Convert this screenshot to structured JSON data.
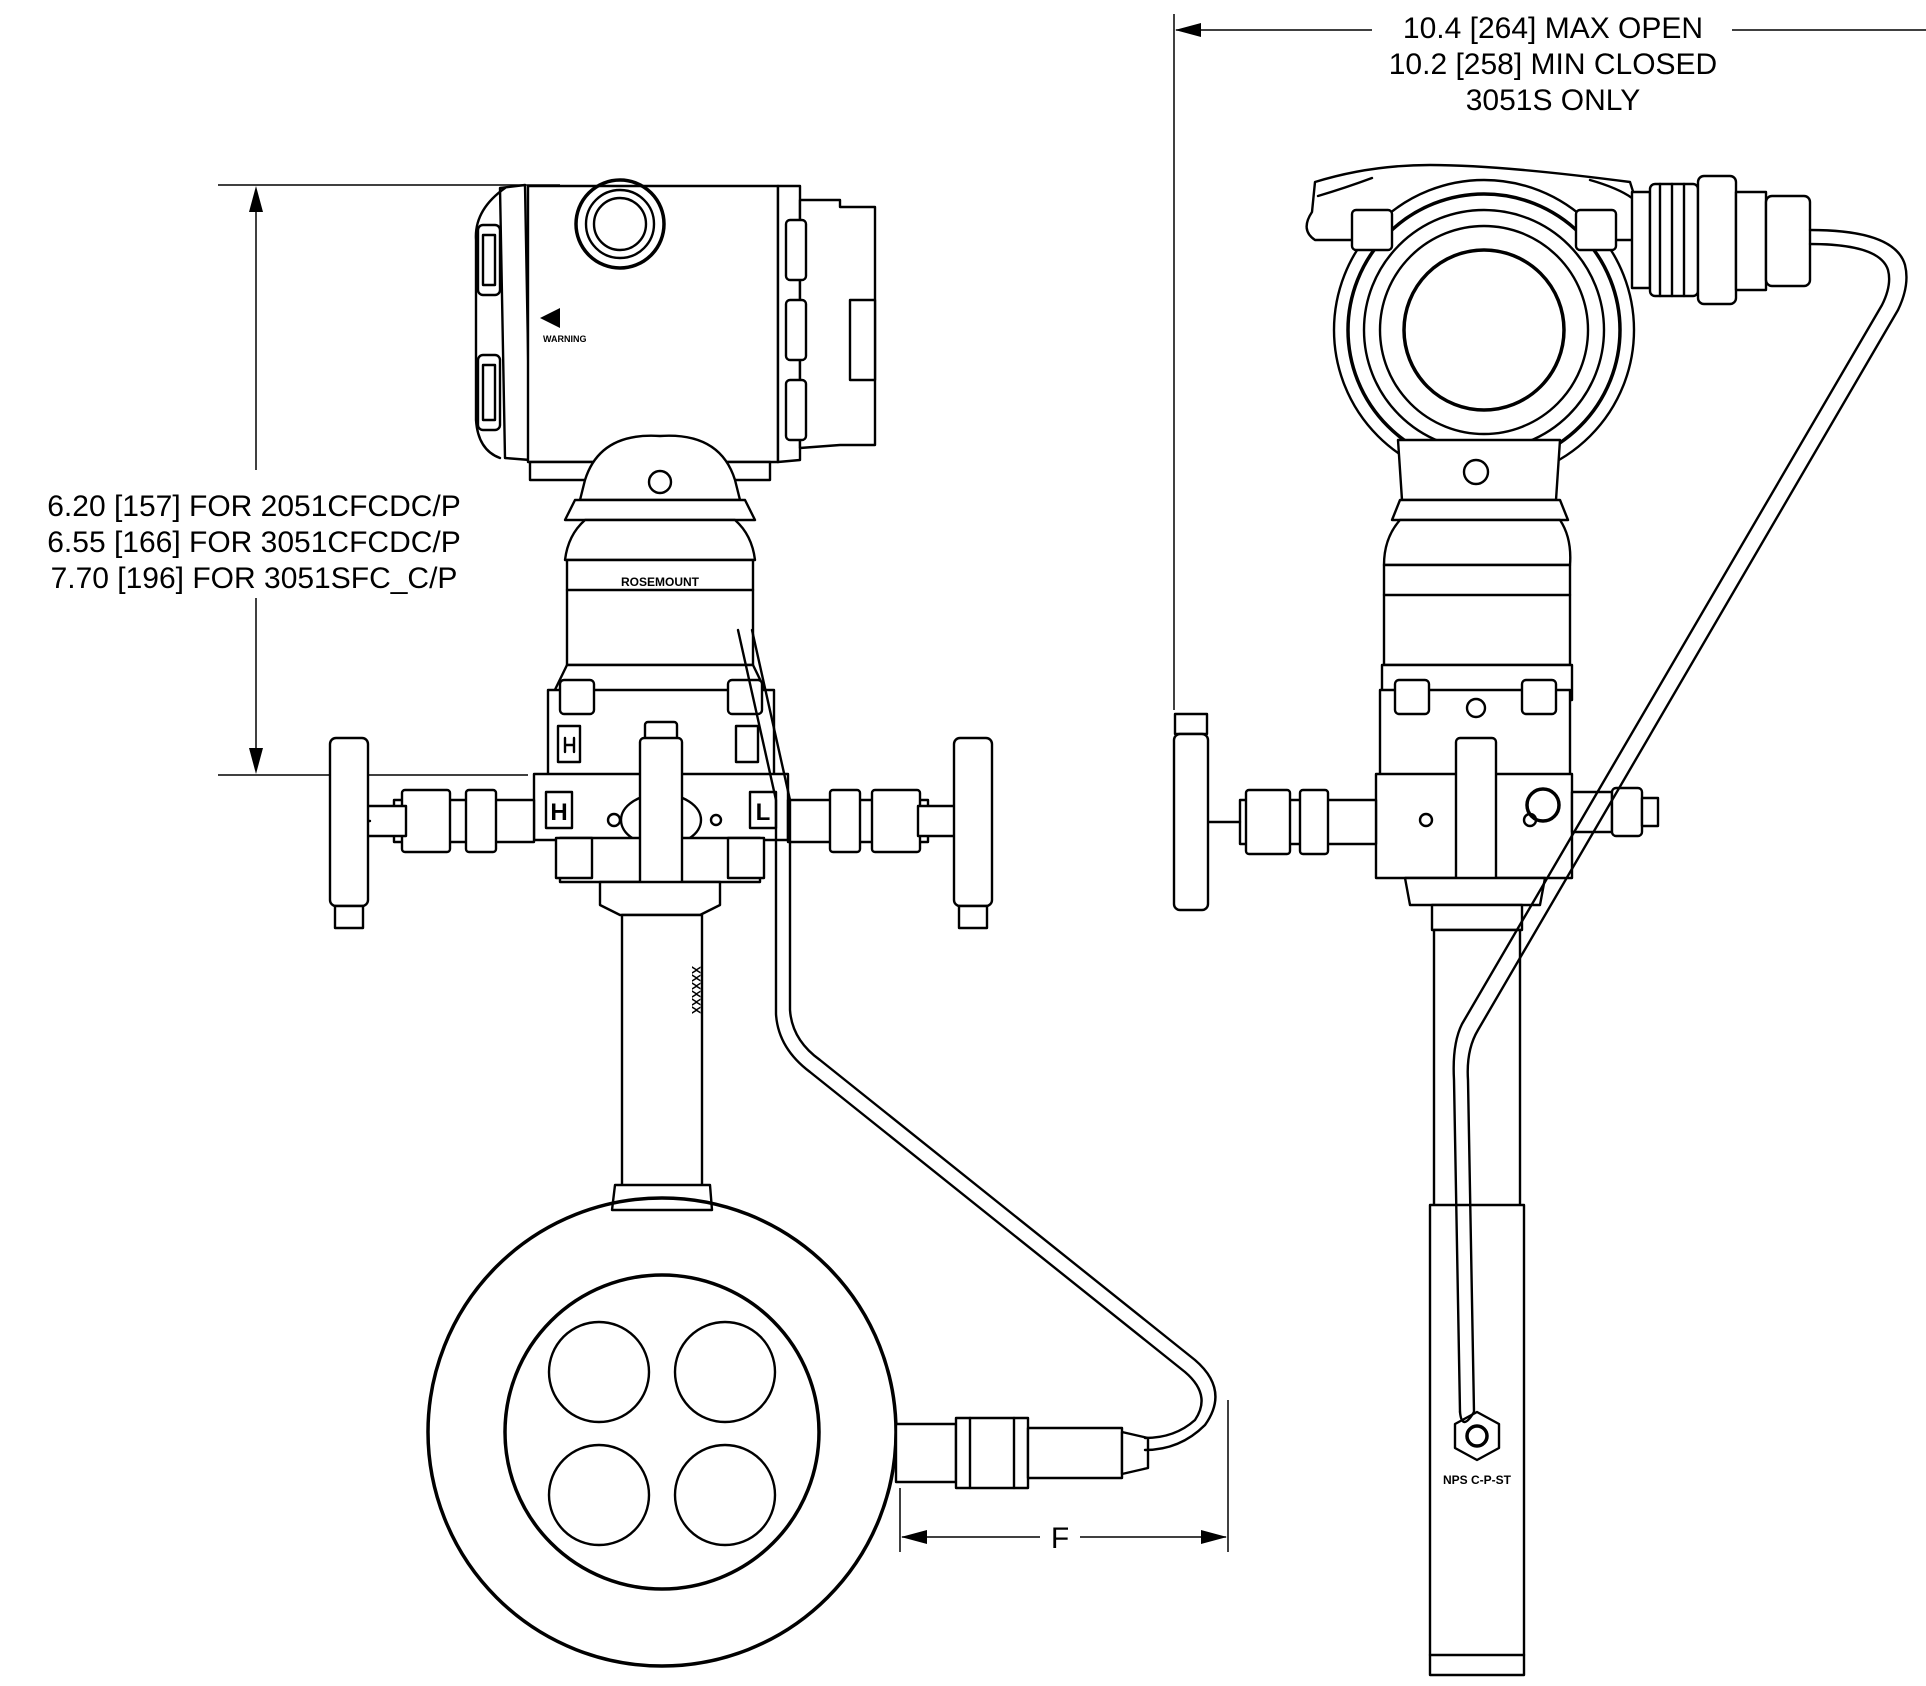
{
  "dimensions": {
    "height_lines": [
      "6.20 [157] FOR 2051CFCDC/P",
      "6.55 [166] FOR 3051CFCDC/P",
      "7.70 [196] FOR 3051SFC_C/P"
    ],
    "width_lines": [
      "10.4 [264] MAX OPEN",
      "10.2 [258] MIN CLOSED",
      "3051S ONLY"
    ],
    "f_label": "F"
  },
  "markings": {
    "brand": "ROSEMOUNT",
    "port_high": "H",
    "port_low": "L",
    "serial": "XXXXXX",
    "warning": "WARNING",
    "nps": "NPS C-P-ST"
  }
}
